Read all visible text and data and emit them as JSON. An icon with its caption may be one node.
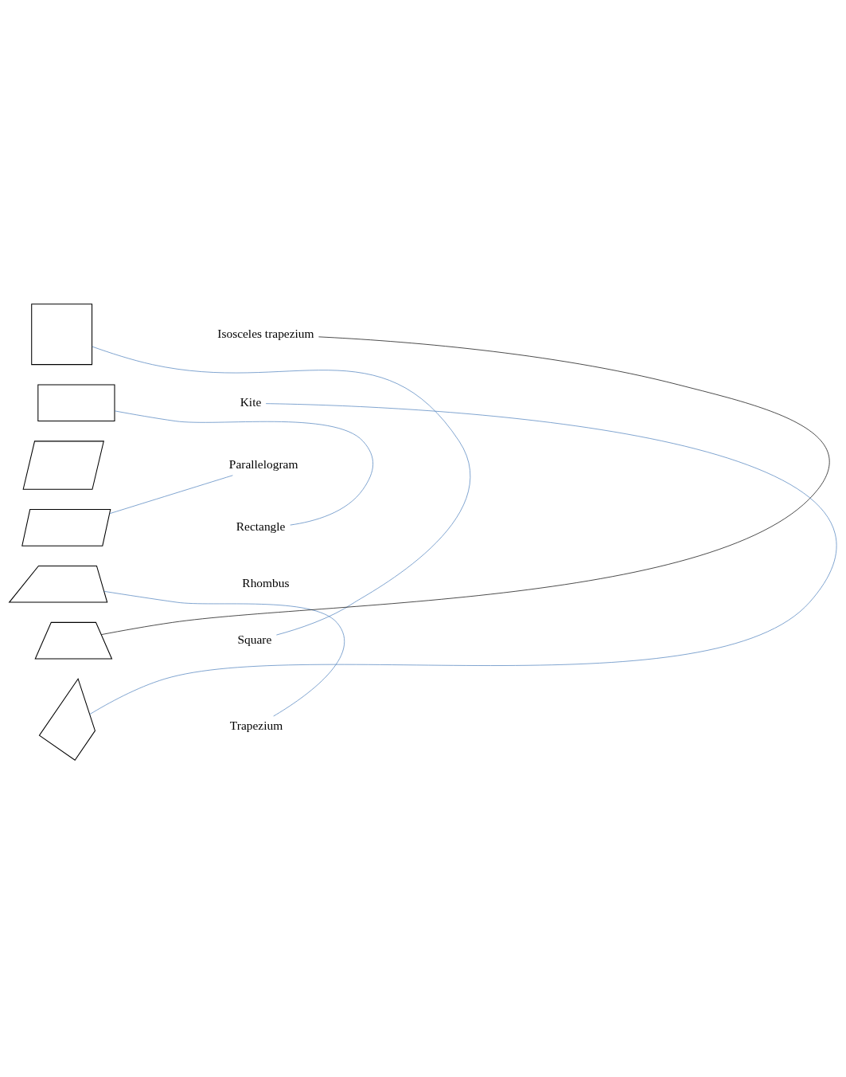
{
  "diagram": {
    "nodes": [
      {
        "text": [],
        "shape": "square"
      },
      {
        "text": [],
        "shape": "rectangle"
      },
      {
        "text": [],
        "shape": "rhombus"
      },
      {
        "text": [],
        "shape": "parallelogram"
      },
      {
        "text": [],
        "shape": "trapezium"
      },
      {
        "text": [],
        "shape": "trapezoid"
      },
      {
        "text": [],
        "shape": "kite"
      },
      {
        "text": [
          "Isosceles trapezium"
        ]
      },
      {
        "text": [
          "Kite"
        ]
      },
      {
        "text": [
          "Parallelogram"
        ]
      },
      {
        "text": [
          "Rectangle"
        ]
      },
      {
        "text": [
          "Rhombus"
        ]
      },
      {
        "text": [
          "Square"
        ]
      },
      {
        "text": [
          "Trapezium"
        ]
      }
    ],
    "edges": [
      {
        "from": 0,
        "to": 12,
        "arrow": "none"
      },
      {
        "from": 1,
        "to": 10,
        "arrow": "none"
      },
      {
        "from": 3,
        "to": 9,
        "arrow": "none"
      },
      {
        "from": 4,
        "to": 13,
        "arrow": "none"
      },
      {
        "from": 5,
        "to": 7,
        "arrow": "none",
        "color": "#000000"
      },
      {
        "from": 6,
        "to": 8,
        "arrow": "none"
      }
    ]
  }
}
